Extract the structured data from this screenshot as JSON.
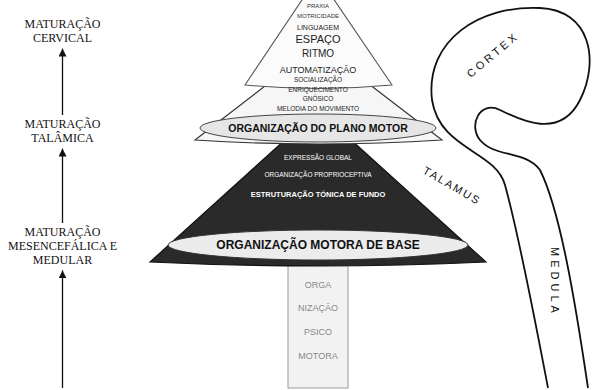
{
  "diagram": {
    "nodes": [
      {
        "text": [
          "MATURAÇÃO CERVICAL"
        ]
      },
      {
        "text": [
          "MATURAÇÃO TALÂMICA"
        ]
      },
      {
        "text": [
          "MATURAÇÃO MESENCEFÁLICA E MEDULAR"
        ]
      }
    ],
    "edges": [
      {
        "from": 2,
        "to": 1,
        "arrow": "to"
      },
      {
        "from": 1,
        "to": 0,
        "arrow": "to"
      }
    ],
    "labels": [
      "PRAXIA",
      "MOTRICIDADE",
      "LINGUAGEM",
      "ESPAÇO",
      "RITMO",
      "AUTOMATIZAÇÃO",
      "SOCIALIZAÇÃO",
      "ENRIQUECIMENTO",
      "GNÓSICO",
      "MELODIA DO MOVIMENTO",
      "ORGANIZAÇÃO DO PLANO MOTOR",
      "EXPRESSÃO GLOBAL",
      "ORGANIZAÇÃO PROPRIOCEPTIVA",
      "ESTRUTURAÇÃO TÓNICA DE FUNDO",
      "ORGANIZAÇÃO MOTORA DE BASE",
      "ORGA",
      "NIZAÇÃO",
      "PSICO",
      "MOTORA",
      "CORTEX",
      "TALAMUS",
      "MEDULA"
    ]
  }
}
